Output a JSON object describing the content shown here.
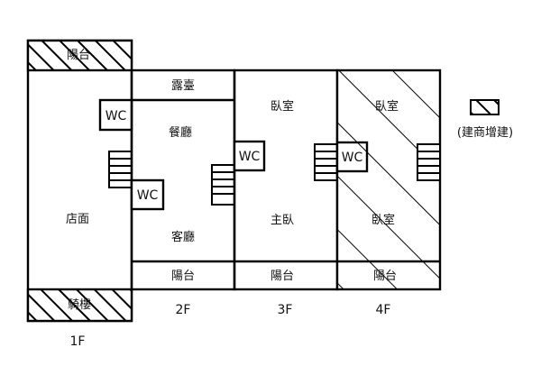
{
  "floors": {
    "f1": {
      "label": "1F",
      "rooms": {
        "balcony": "陽台",
        "shop": "店面",
        "arcade": "騎樓"
      },
      "wc": "WC"
    },
    "f2": {
      "label": "2F",
      "rooms": {
        "terrace": "露臺",
        "dining": "餐廳",
        "living": "客廳",
        "balcony": "陽台"
      },
      "wc": "WC"
    },
    "f3": {
      "label": "3F",
      "rooms": {
        "bedroom": "臥室",
        "master": "主臥",
        "balcony": "陽台"
      },
      "wc": "WC"
    },
    "f4": {
      "label": "4F",
      "rooms": {
        "bedroom": "臥室",
        "bedroom2": "臥室",
        "balcony": "陽台"
      },
      "wc": "WC"
    }
  },
  "legend": {
    "label": "(建商增建)"
  }
}
